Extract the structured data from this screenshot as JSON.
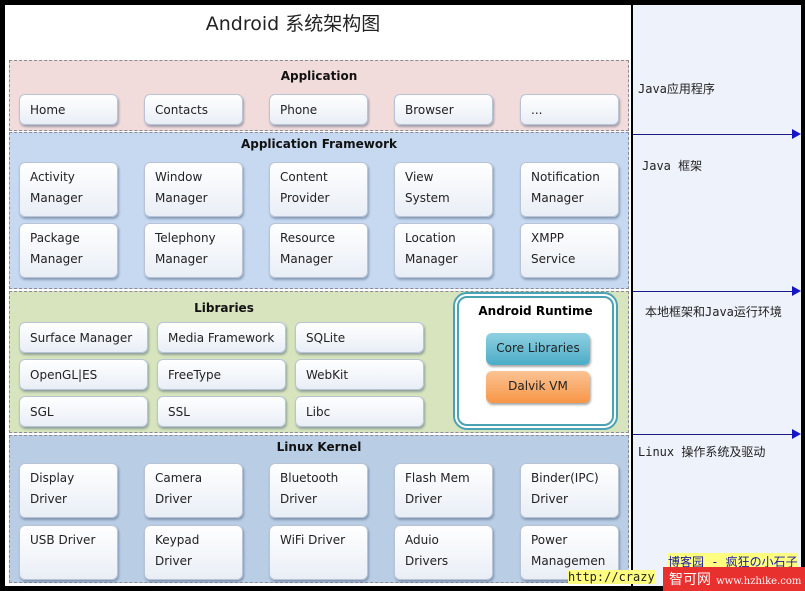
{
  "title": "Android  系统架构图",
  "layers": {
    "application": {
      "label": "Application",
      "items": [
        "Home",
        "Contacts",
        "Phone",
        "Browser",
        "..."
      ]
    },
    "framework": {
      "label": "Application Framework",
      "items": [
        "Activity\nManager",
        "Window\nManager",
        "Content\nProvider",
        "View\nSystem",
        "Notification\nManager",
        "Package\nManager",
        "Telephony\nManager",
        "Resource\nManager",
        "Location\nManager",
        "XMPP\nService"
      ]
    },
    "libraries": {
      "label": "Libraries",
      "items": [
        "Surface Manager",
        "Media Framework",
        "SQLite",
        "OpenGL|ES",
        "FreeType",
        "WebKit",
        "SGL",
        "SSL",
        "Libc"
      ]
    },
    "runtime": {
      "label": "Android Runtime",
      "core": "Core Libraries",
      "vm": "Dalvik VM"
    },
    "kernel": {
      "label": "Linux Kernel",
      "items": [
        "Display\nDriver",
        "Camera\nDriver",
        "Bluetooth\nDriver",
        "Flash Mem\nDriver",
        "Binder(IPC)\nDriver",
        "USB Driver",
        "Keypad\nDriver",
        "WiFi Driver",
        "Aduio\nDrivers",
        "Power\nManagemen"
      ]
    }
  },
  "side": {
    "labels": [
      "Java应用程序",
      "Java 框架",
      "本地框架和Java运行环境",
      "Linux 操作系统及驱动"
    ]
  },
  "watermarks": {
    "blog": "博客园 - 疯狂の小石子",
    "url": "http://crazy",
    "site_cn": "智可网",
    "site_url": "www.hzhike.com"
  },
  "colors": {
    "application": "#f2dcdb",
    "framework": "#c6d9f1",
    "libraries": "#d7e4bd",
    "kernel": "#b9cde5",
    "core": "#4bacc6",
    "vm": "#f79646"
  }
}
